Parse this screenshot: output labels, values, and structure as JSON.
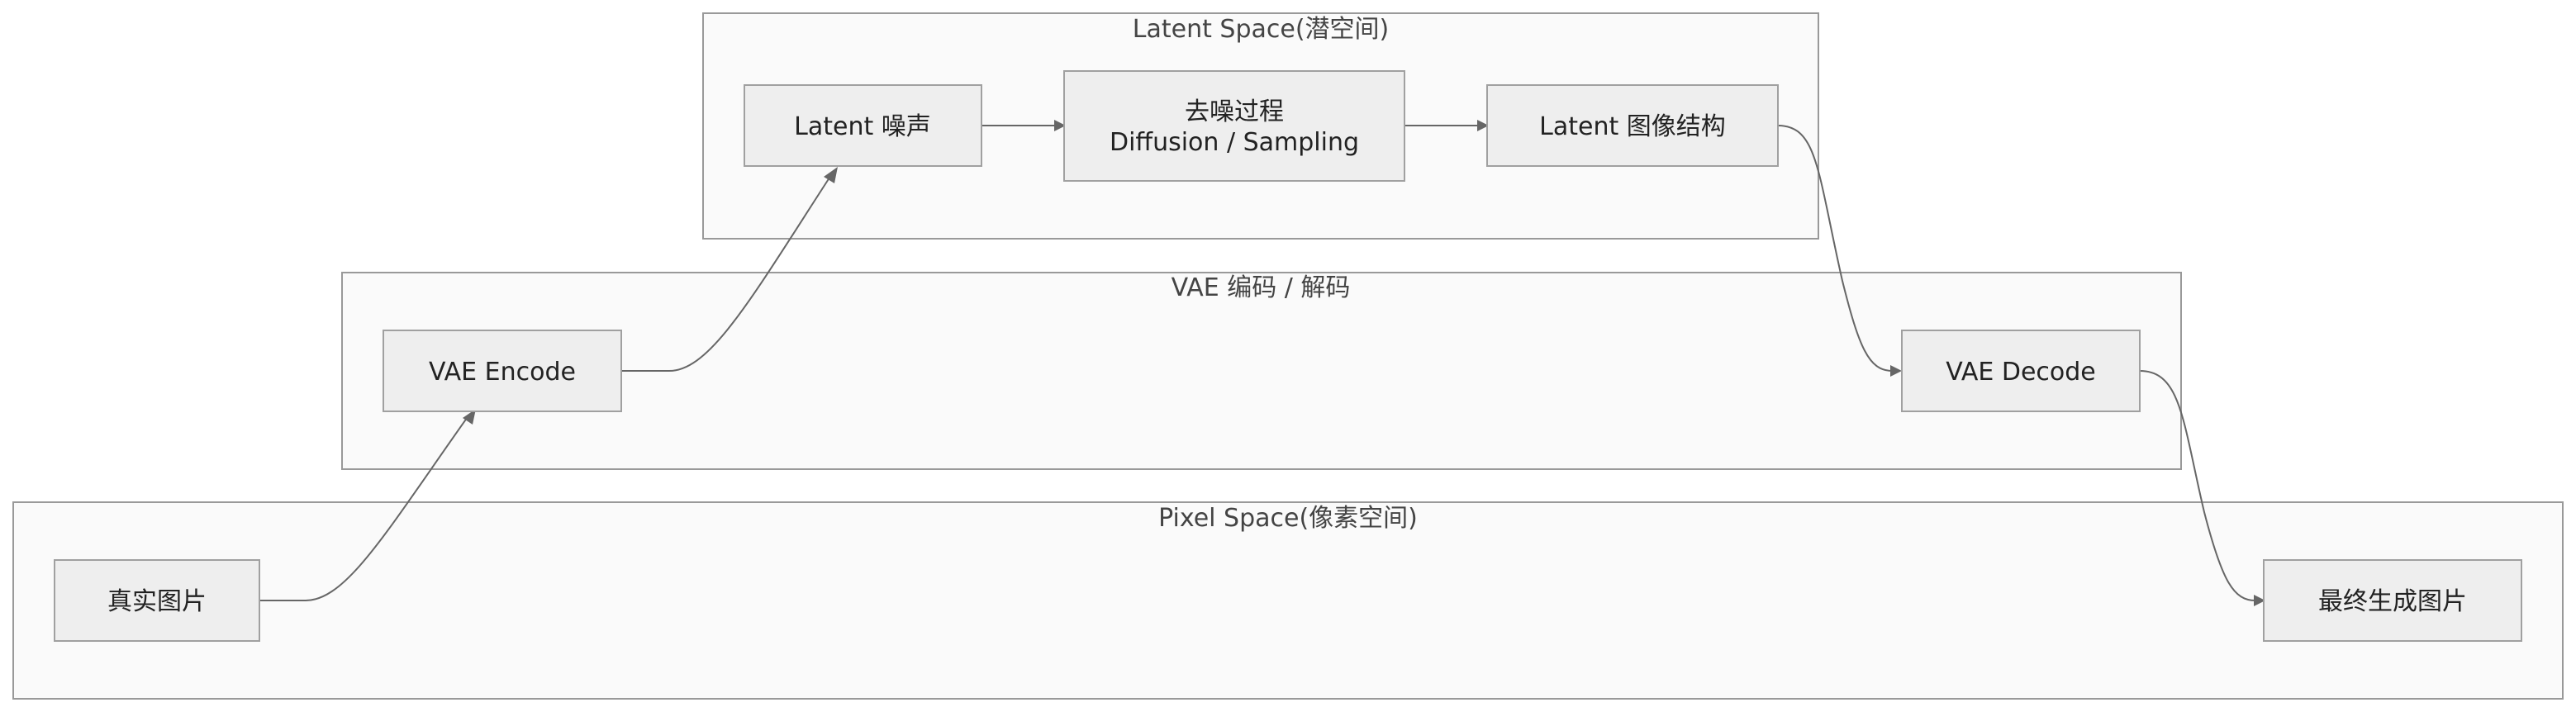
{
  "groups": {
    "latent_space": {
      "label": "Latent Space(潜空间)"
    },
    "vae": {
      "label": "VAE 编码 / 解码"
    },
    "pixel_space": {
      "label": "Pixel Space(像素空间)"
    }
  },
  "nodes": {
    "latent_noise": {
      "label": "Latent 噪声"
    },
    "denoise": {
      "line1": "去噪过程",
      "line2": "Diffusion / Sampling"
    },
    "latent_image": {
      "label": "Latent 图像结构"
    },
    "vae_encode": {
      "label": "VAE Encode"
    },
    "vae_decode": {
      "label": "VAE Decode"
    },
    "real_image": {
      "label": "真实图片"
    },
    "final_image": {
      "label": "最终生成图片"
    }
  },
  "colors": {
    "group_fill": "#fafafa",
    "group_stroke": "#999999",
    "node_fill": "#eeeeee",
    "node_stroke": "#a0a0a0",
    "edge": "#666666"
  }
}
